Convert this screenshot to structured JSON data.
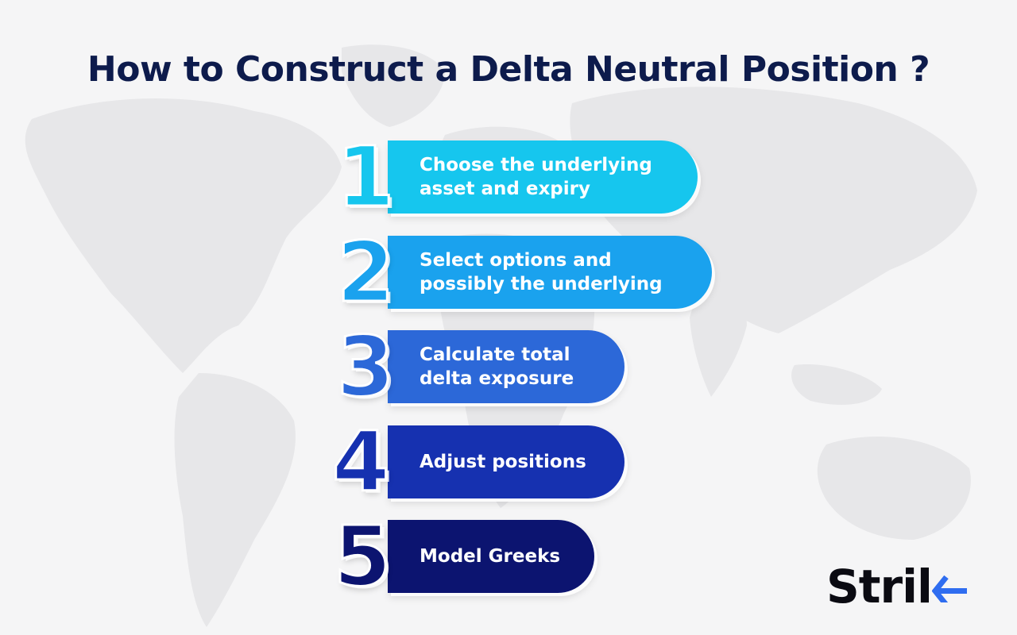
{
  "title": "How to Construct a Delta Neutral Position ?",
  "steps": [
    {
      "number": "1",
      "lines": [
        "Choose the underlying",
        "asset and expiry"
      ],
      "color": "#16c6ee"
    },
    {
      "number": "2",
      "lines": [
        "Select options and",
        "possibly the underlying"
      ],
      "color": "#1aa2ee"
    },
    {
      "number": "3",
      "lines": [
        "Calculate total",
        "delta exposure"
      ],
      "color": "#2c68d8"
    },
    {
      "number": "4",
      "lines": [
        "Adjust positions"
      ],
      "color": "#1631b0"
    },
    {
      "number": "5",
      "lines": [
        "Model Greeks"
      ],
      "color": "#0c1470"
    }
  ],
  "logo": {
    "text": "Stril",
    "accent_color": "#2f6df0"
  },
  "colors": {
    "title": "#0d1b4c",
    "background": "#f5f5f6",
    "map": "#e6e6e8"
  }
}
